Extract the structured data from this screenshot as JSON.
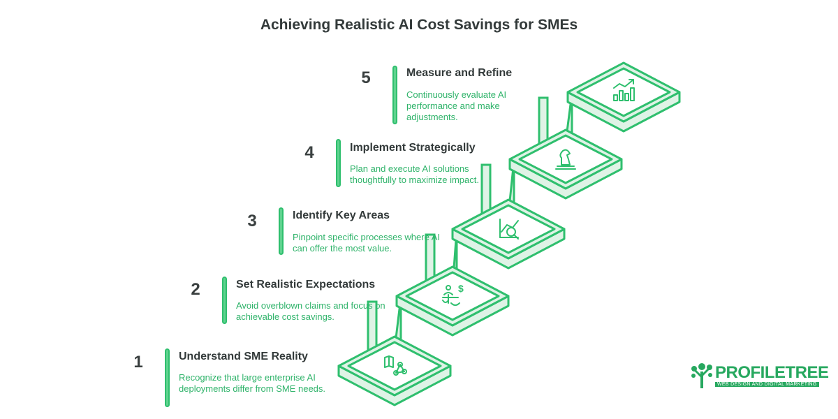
{
  "title": "Achieving Realistic AI Cost Savings for SMEs",
  "colors": {
    "accent": "#2fbf6e",
    "accent_light": "#dff3e6",
    "text_dark": "#333a3a"
  },
  "steps": [
    {
      "number": "1",
      "title": "Understand SME Reality",
      "description": "Recognize that large enterprise AI deployments differ from SME needs.",
      "icon": "network-map-icon"
    },
    {
      "number": "2",
      "title": "Set Realistic Expectations",
      "description": "Avoid overblown claims and focus on achievable cost savings.",
      "icon": "scale-dollar-icon"
    },
    {
      "number": "3",
      "title": "Identify Key Areas",
      "description": "Pinpoint specific processes where AI can offer the most value.",
      "icon": "magnify-chart-icon"
    },
    {
      "number": "4",
      "title": "Implement Strategically",
      "description": "Plan and execute AI solutions thoughtfully to maximize impact.",
      "icon": "chess-knight-icon"
    },
    {
      "number": "5",
      "title": "Measure and Refine",
      "description": "Continuously evaluate AI performance and make adjustments.",
      "icon": "growth-chart-icon"
    }
  ],
  "logo": {
    "name": "PROFILETREE",
    "tagline": "WEB DESIGN AND DIGITAL MARKETING"
  }
}
